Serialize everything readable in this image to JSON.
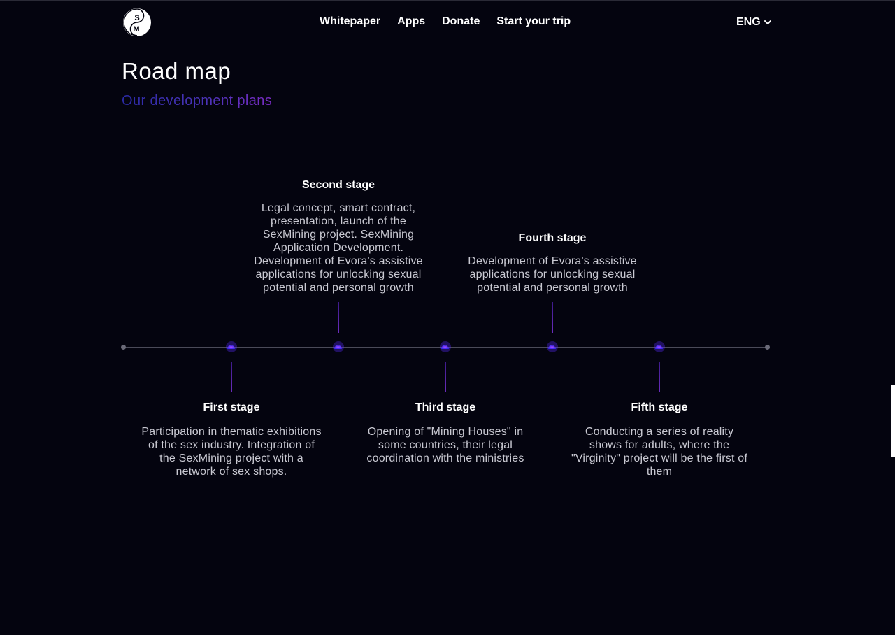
{
  "header": {
    "logo_letters": [
      "S",
      "M"
    ],
    "nav": [
      {
        "label": "Whitepaper"
      },
      {
        "label": "Apps"
      },
      {
        "label": "Donate"
      },
      {
        "label": "Start your trip"
      }
    ],
    "language": "ENG"
  },
  "section": {
    "title": "Road map",
    "subtitle": "Our development plans"
  },
  "stages": [
    {
      "title": "First stage",
      "text": "Participation in thematic exhibitions of the sex industry. Integration of the SexMining project with a network of sex shops."
    },
    {
      "title": "Second stage",
      "text": "Legal concept, smart contract, presentation, launch of the SexMining project. SexMining Application Development. Development of Evora's assistive applications for unlocking sexual potential and personal growth"
    },
    {
      "title": "Third stage",
      "text": "Opening of \"Mining Houses\" in some countries, their legal coordination with the ministries"
    },
    {
      "title": "Fourth stage",
      "text": "Development of Evora's assistive applications for unlocking sexual potential and personal growth"
    },
    {
      "title": "Fifth stage",
      "text": "Conducting a series of reality shows for adults, where the \"Virginity\" project will be the first of them"
    }
  ],
  "colors": {
    "background": "#04040f",
    "accent_start": "#2b2aa6",
    "accent_end": "#7a2bc4",
    "node_glow": "#6a2cff"
  },
  "icons": [
    "sm-logo",
    "chevron-down-icon",
    "cloud-node-icon"
  ]
}
